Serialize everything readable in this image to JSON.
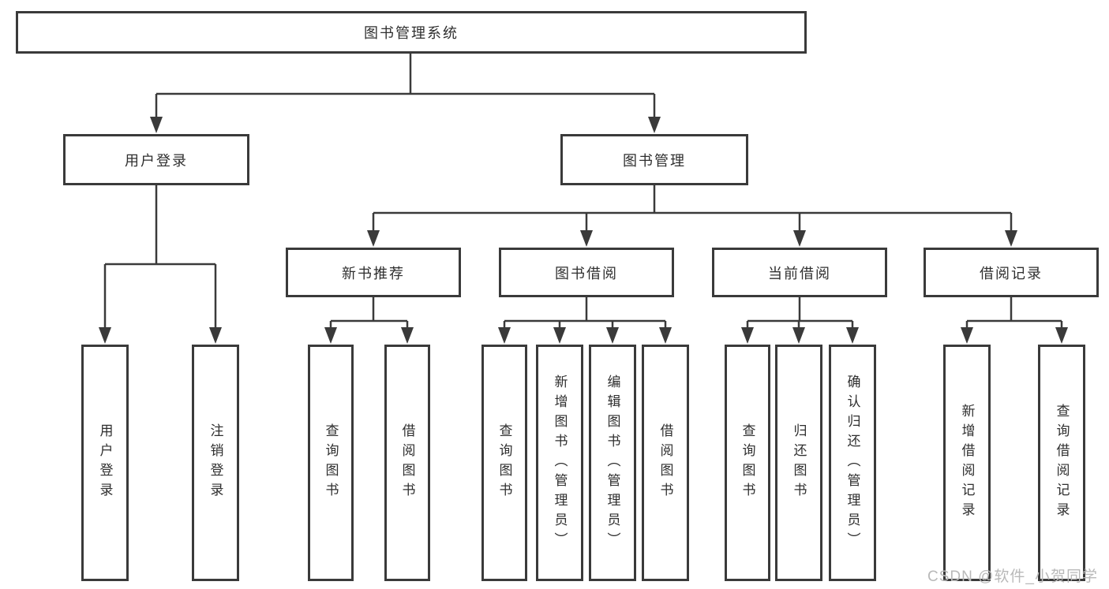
{
  "diagram": {
    "root": {
      "label": "图书管理系统"
    },
    "branches": [
      {
        "label": "用户登录",
        "children": [
          {
            "label": "用户登录"
          },
          {
            "label": "注销登录"
          }
        ]
      },
      {
        "label": "图书管理",
        "children": [
          {
            "label": "新书推荐",
            "children": [
              {
                "label": "查询图书"
              },
              {
                "label": "借阅图书"
              }
            ]
          },
          {
            "label": "图书借阅",
            "children": [
              {
                "label": "查询图书"
              },
              {
                "label": "新增图书（管理员）"
              },
              {
                "label": "编辑图书（管理员）"
              },
              {
                "label": "借阅图书"
              }
            ]
          },
          {
            "label": "当前借阅",
            "children": [
              {
                "label": "查询图书"
              },
              {
                "label": "归还图书"
              },
              {
                "label": "确认归还（管理员）"
              }
            ]
          },
          {
            "label": "借阅记录",
            "children": [
              {
                "label": "新增借阅记录"
              },
              {
                "label": "查询借阅记录"
              }
            ]
          }
        ]
      }
    ]
  },
  "watermark": {
    "text": "CSDN @软件_小贺同学"
  },
  "colors": {
    "line": "#3a3a3a",
    "box_border": "#3a3a3a",
    "text": "#2f2f2f",
    "background": "#ffffff",
    "watermark": "#b9b9b9"
  }
}
